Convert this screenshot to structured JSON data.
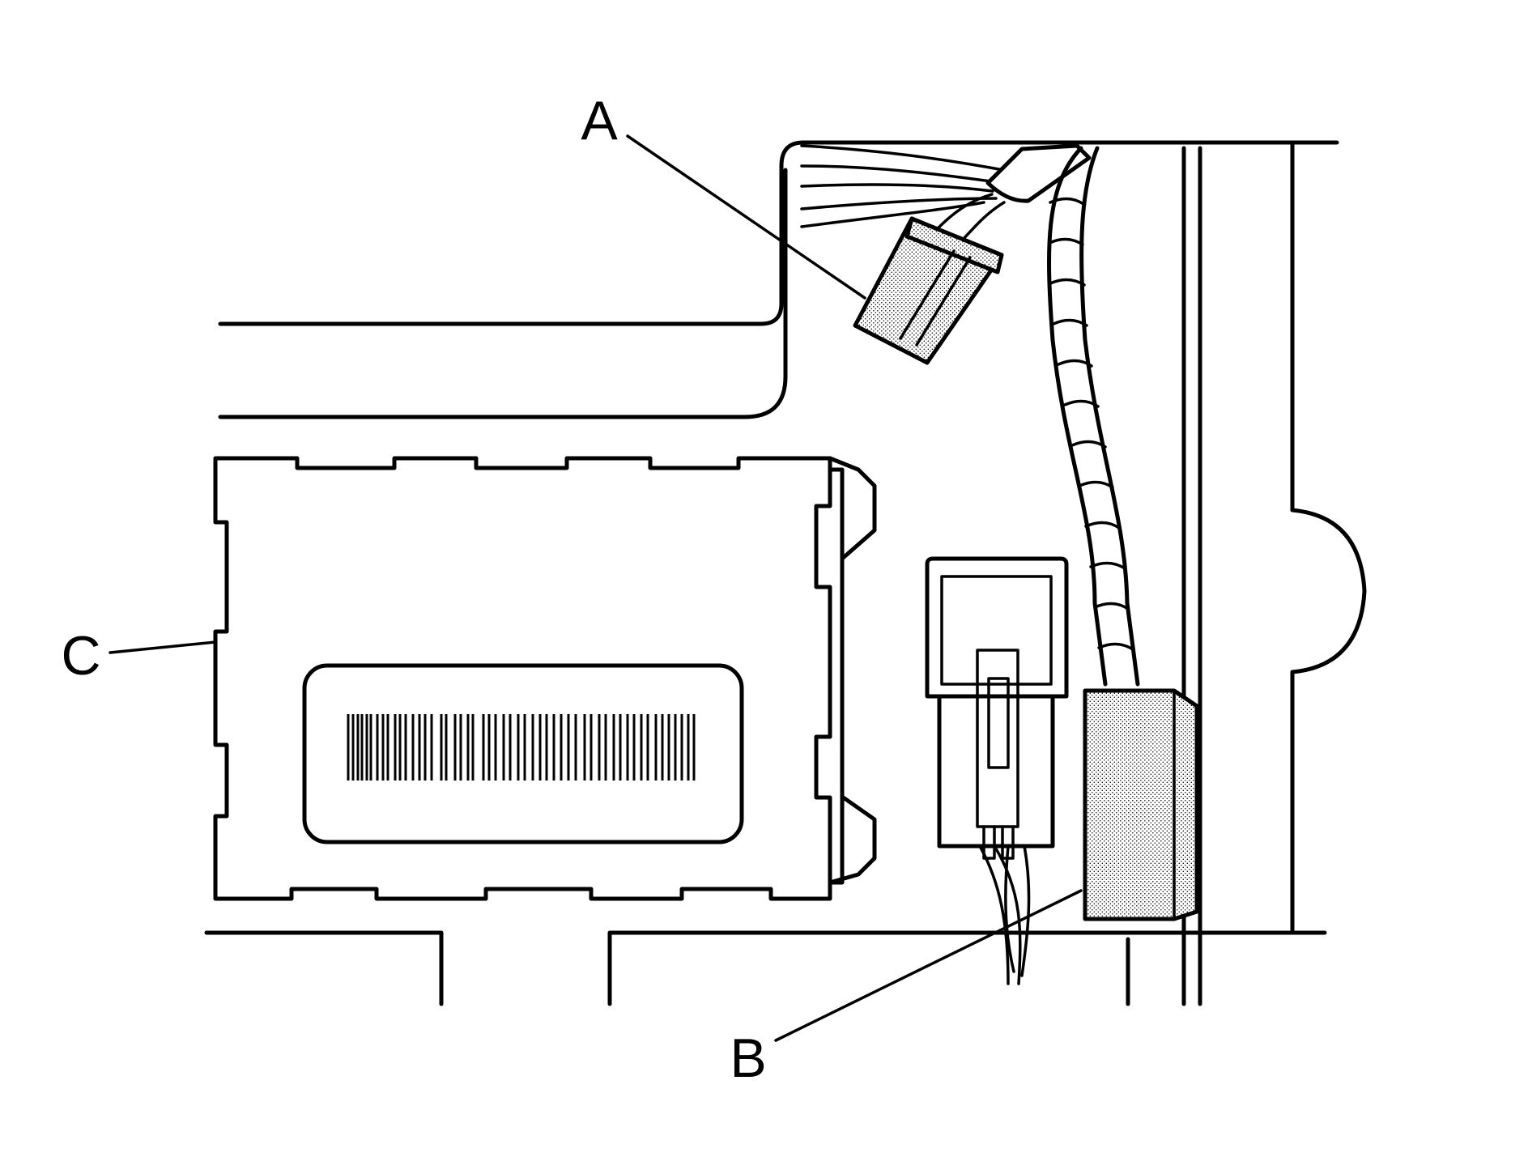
{
  "callouts": {
    "a": "A",
    "b": "B",
    "c": "C"
  },
  "colors": {
    "line": "#000000",
    "background": "#ffffff",
    "stipple": "#000000"
  }
}
